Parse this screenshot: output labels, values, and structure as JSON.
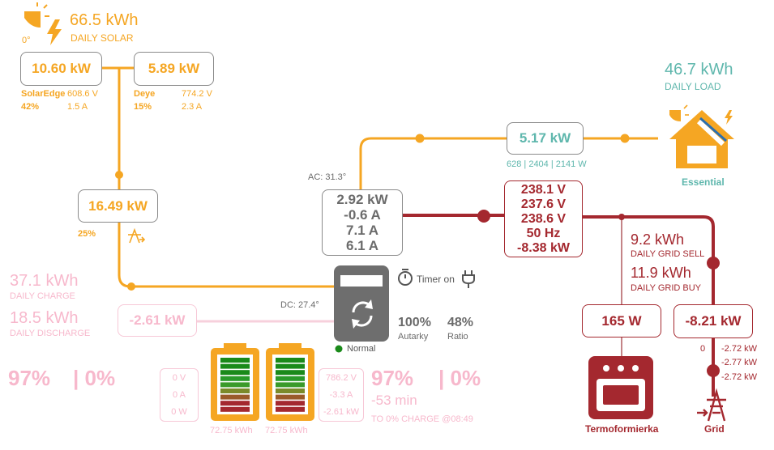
{
  "solar": {
    "daily_value": "66.5 kWh",
    "daily_label": "DAILY SOLAR",
    "sun_angle": "0°",
    "pv1": {
      "power": "10.60 kW",
      "name": "SolarEdge",
      "voltage": "608.6 V",
      "percent": "42%",
      "current": "1.5 A"
    },
    "pv2": {
      "power": "5.89 kW",
      "name": "Deye",
      "voltage": "774.2 V",
      "percent": "15%",
      "current": "2.3 A"
    },
    "total": {
      "power": "16.49 kW",
      "percent": "25%"
    }
  },
  "load": {
    "daily_value": "46.7 kWh",
    "daily_label": "DAILY LOAD",
    "essential_power": "5.17 kW",
    "phases": "628 | 2404 | 2141 W",
    "essential_label": "Essential"
  },
  "inverter": {
    "ac_temp": "AC: 31.3°",
    "dc_temp": "DC: 27.4°",
    "lines": [
      "2.92 kW",
      "-0.6 A",
      "7.1 A",
      "6.1 A"
    ],
    "status": "Normal",
    "timer": "Timer on",
    "autarky_value": "100%",
    "autarky_label": "Autarky",
    "ratio_value": "48%",
    "ratio_label": "Ratio"
  },
  "grid": {
    "lines": [
      "238.1 V",
      "237.6 V",
      "238.6 V",
      "50 Hz",
      "-8.38 kW"
    ],
    "sell_value": "9.2 kWh",
    "sell_label": "DAILY GRID SELL",
    "buy_value": "11.9 kWh",
    "buy_label": "DAILY GRID BUY",
    "aux_power": "165 W",
    "aux_label": "Termoformierka",
    "grid_power": "-8.21 kW",
    "grid_zero": "0",
    "phase_powers": [
      "-2.72 kW",
      "-2.77 kW",
      "-2.72 kW"
    ],
    "grid_label": "Grid"
  },
  "battery": {
    "charge_value": "37.1 kWh",
    "charge_label": "DAILY CHARGE",
    "discharge_value": "18.5 kWh",
    "discharge_label": "DAILY DISCHARGE",
    "power": "-2.61 kW",
    "soc": "97%",
    "sep": "| 0%",
    "bat1": {
      "voltage": "0 V",
      "current": "0 A",
      "power": "0 W",
      "energy": "72.75 kWh",
      "level": 0.97
    },
    "bat2": {
      "voltage": "786.2 V",
      "current": "-3.3 A",
      "power": "-2.61 kW",
      "energy": "72.75 kWh",
      "level": 0.97
    },
    "soc2": "97%",
    "sep2": "| 0%",
    "time_remaining": "-53 min",
    "charge_note": "TO 0% CHARGE @08:49"
  },
  "colors": {
    "solar": "#f5a623",
    "load": "#5fb7ad",
    "grid": "#a4282f",
    "battery": "#f7b8cc",
    "inverter": "#6b6b6b",
    "status_ok": "#1a8a1a"
  }
}
